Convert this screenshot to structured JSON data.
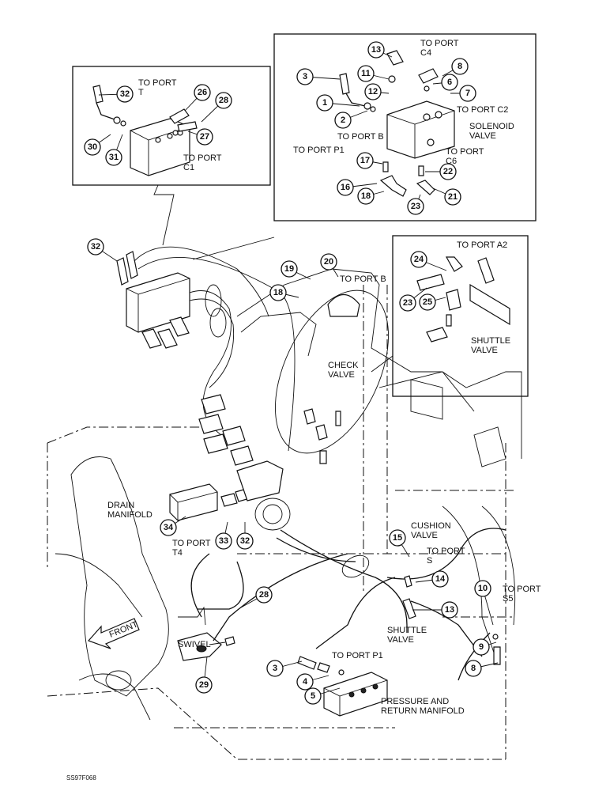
{
  "labels": {
    "to_port_t": "TO PORT\nT",
    "to_port_c1": "TO PORT\nC1",
    "to_port_c4": "TO PORT\nC4",
    "to_port_c2": "TO PORT C2",
    "solenoid_valve": "SOLENOID\nVALVE",
    "to_port_b_upper": "TO PORT B",
    "to_port_p1_upper": "TO PORT P1",
    "to_port_c6": "TO PORT\nC6",
    "to_port_a2": "TO PORT A2",
    "to_port_b_mid": "TO PORT B",
    "shuttle_valve_upper": "SHUTTLE\nVALVE",
    "check_valve": "CHECK\nVALVE",
    "drain_manifold": "DRAIN\nMANIFOLD",
    "to_port_t4": "TO PORT\nT4",
    "cushion_valve": "CUSHION\nVALVE",
    "to_port_s": "TO PORT\nS",
    "to_port_s5": "TO PORT\nS5",
    "shuttle_valve_lower": "SHUTTLE\nVALVE",
    "swivel": "SWIVEL",
    "front": "FRONT",
    "to_port_p1_lower": "TO PORT P1",
    "pressure_return_manifold": "PRESSURE AND\nRETURN MANIFOLD",
    "figure_code": "SS97F068"
  },
  "callouts": [
    "1",
    "2",
    "3",
    "4",
    "5",
    "6",
    "7",
    "8",
    "9",
    "10",
    "11",
    "12",
    "13",
    "14",
    "15",
    "16",
    "17",
    "18",
    "19",
    "20",
    "21",
    "22",
    "23",
    "24",
    "25",
    "26",
    "27",
    "28",
    "29",
    "30",
    "31",
    "32",
    "33",
    "34"
  ],
  "callout_list": [
    {
      "id": "c13a",
      "n": "13"
    },
    {
      "id": "c8a",
      "n": "8"
    },
    {
      "id": "c3a",
      "n": "3"
    },
    {
      "id": "c11",
      "n": "11"
    },
    {
      "id": "c6a",
      "n": "6"
    },
    {
      "id": "c12",
      "n": "12"
    },
    {
      "id": "c7",
      "n": "7"
    },
    {
      "id": "c1",
      "n": "1"
    },
    {
      "id": "c2",
      "n": "2"
    },
    {
      "id": "c17",
      "n": "17"
    },
    {
      "id": "c22",
      "n": "22"
    },
    {
      "id": "c16",
      "n": "16"
    },
    {
      "id": "c18a",
      "n": "18"
    },
    {
      "id": "c21",
      "n": "21"
    },
    {
      "id": "c23a",
      "n": "23"
    },
    {
      "id": "c32a",
      "n": "32"
    },
    {
      "id": "c26",
      "n": "26"
    },
    {
      "id": "c28a",
      "n": "28"
    },
    {
      "id": "c27",
      "n": "27"
    },
    {
      "id": "c30",
      "n": "30"
    },
    {
      "id": "c31",
      "n": "31"
    },
    {
      "id": "c32b",
      "n": "32"
    },
    {
      "id": "c24",
      "n": "24"
    },
    {
      "id": "c23b",
      "n": "23"
    },
    {
      "id": "c25",
      "n": "25"
    },
    {
      "id": "c19",
      "n": "19"
    },
    {
      "id": "c20",
      "n": "20"
    },
    {
      "id": "c18b",
      "n": "18"
    },
    {
      "id": "c34",
      "n": "34"
    },
    {
      "id": "c33",
      "n": "33"
    },
    {
      "id": "c32c",
      "n": "32"
    },
    {
      "id": "c15",
      "n": "15"
    },
    {
      "id": "c14",
      "n": "14"
    },
    {
      "id": "c13b",
      "n": "13"
    },
    {
      "id": "c10",
      "n": "10"
    },
    {
      "id": "c9",
      "n": "9"
    },
    {
      "id": "c8b",
      "n": "8"
    },
    {
      "id": "c28b",
      "n": "28"
    },
    {
      "id": "c29",
      "n": "29"
    },
    {
      "id": "c3b",
      "n": "3"
    },
    {
      "id": "c4",
      "n": "4"
    },
    {
      "id": "c5",
      "n": "5"
    }
  ]
}
